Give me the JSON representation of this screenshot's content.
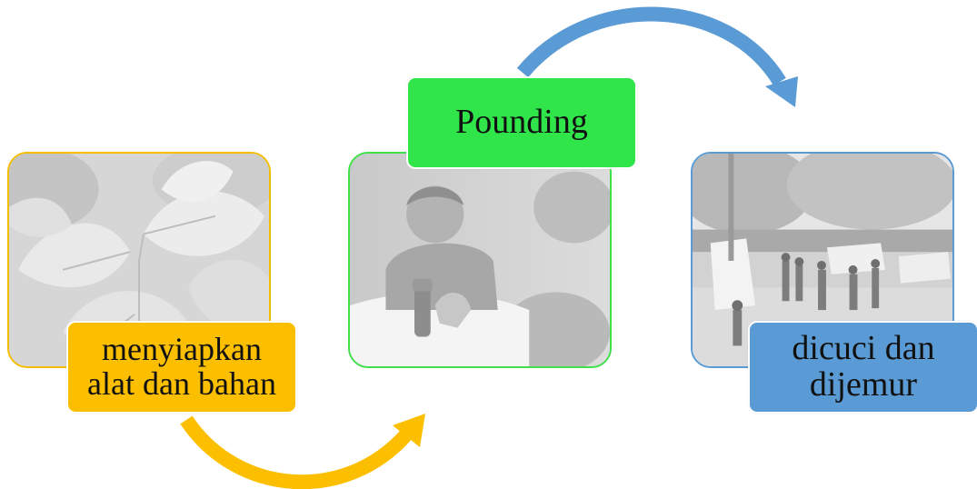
{
  "steps": [
    {
      "label": "menyiapkan\nalat dan bahan",
      "color": "#fbbf00",
      "image": "tree-leaves-photo"
    },
    {
      "label": "Pounding",
      "color": "#2fe54a",
      "image": "child-pounding-photo"
    },
    {
      "label": "dicuci dan\ndijemur",
      "color": "#5b9bd5",
      "image": "cloth-drying-outdoors-photo"
    }
  ],
  "arrows": [
    {
      "from": 0,
      "to": 1,
      "color": "#fbbf00"
    },
    {
      "from": 1,
      "to": 2,
      "color": "#5b9bd5"
    }
  ]
}
